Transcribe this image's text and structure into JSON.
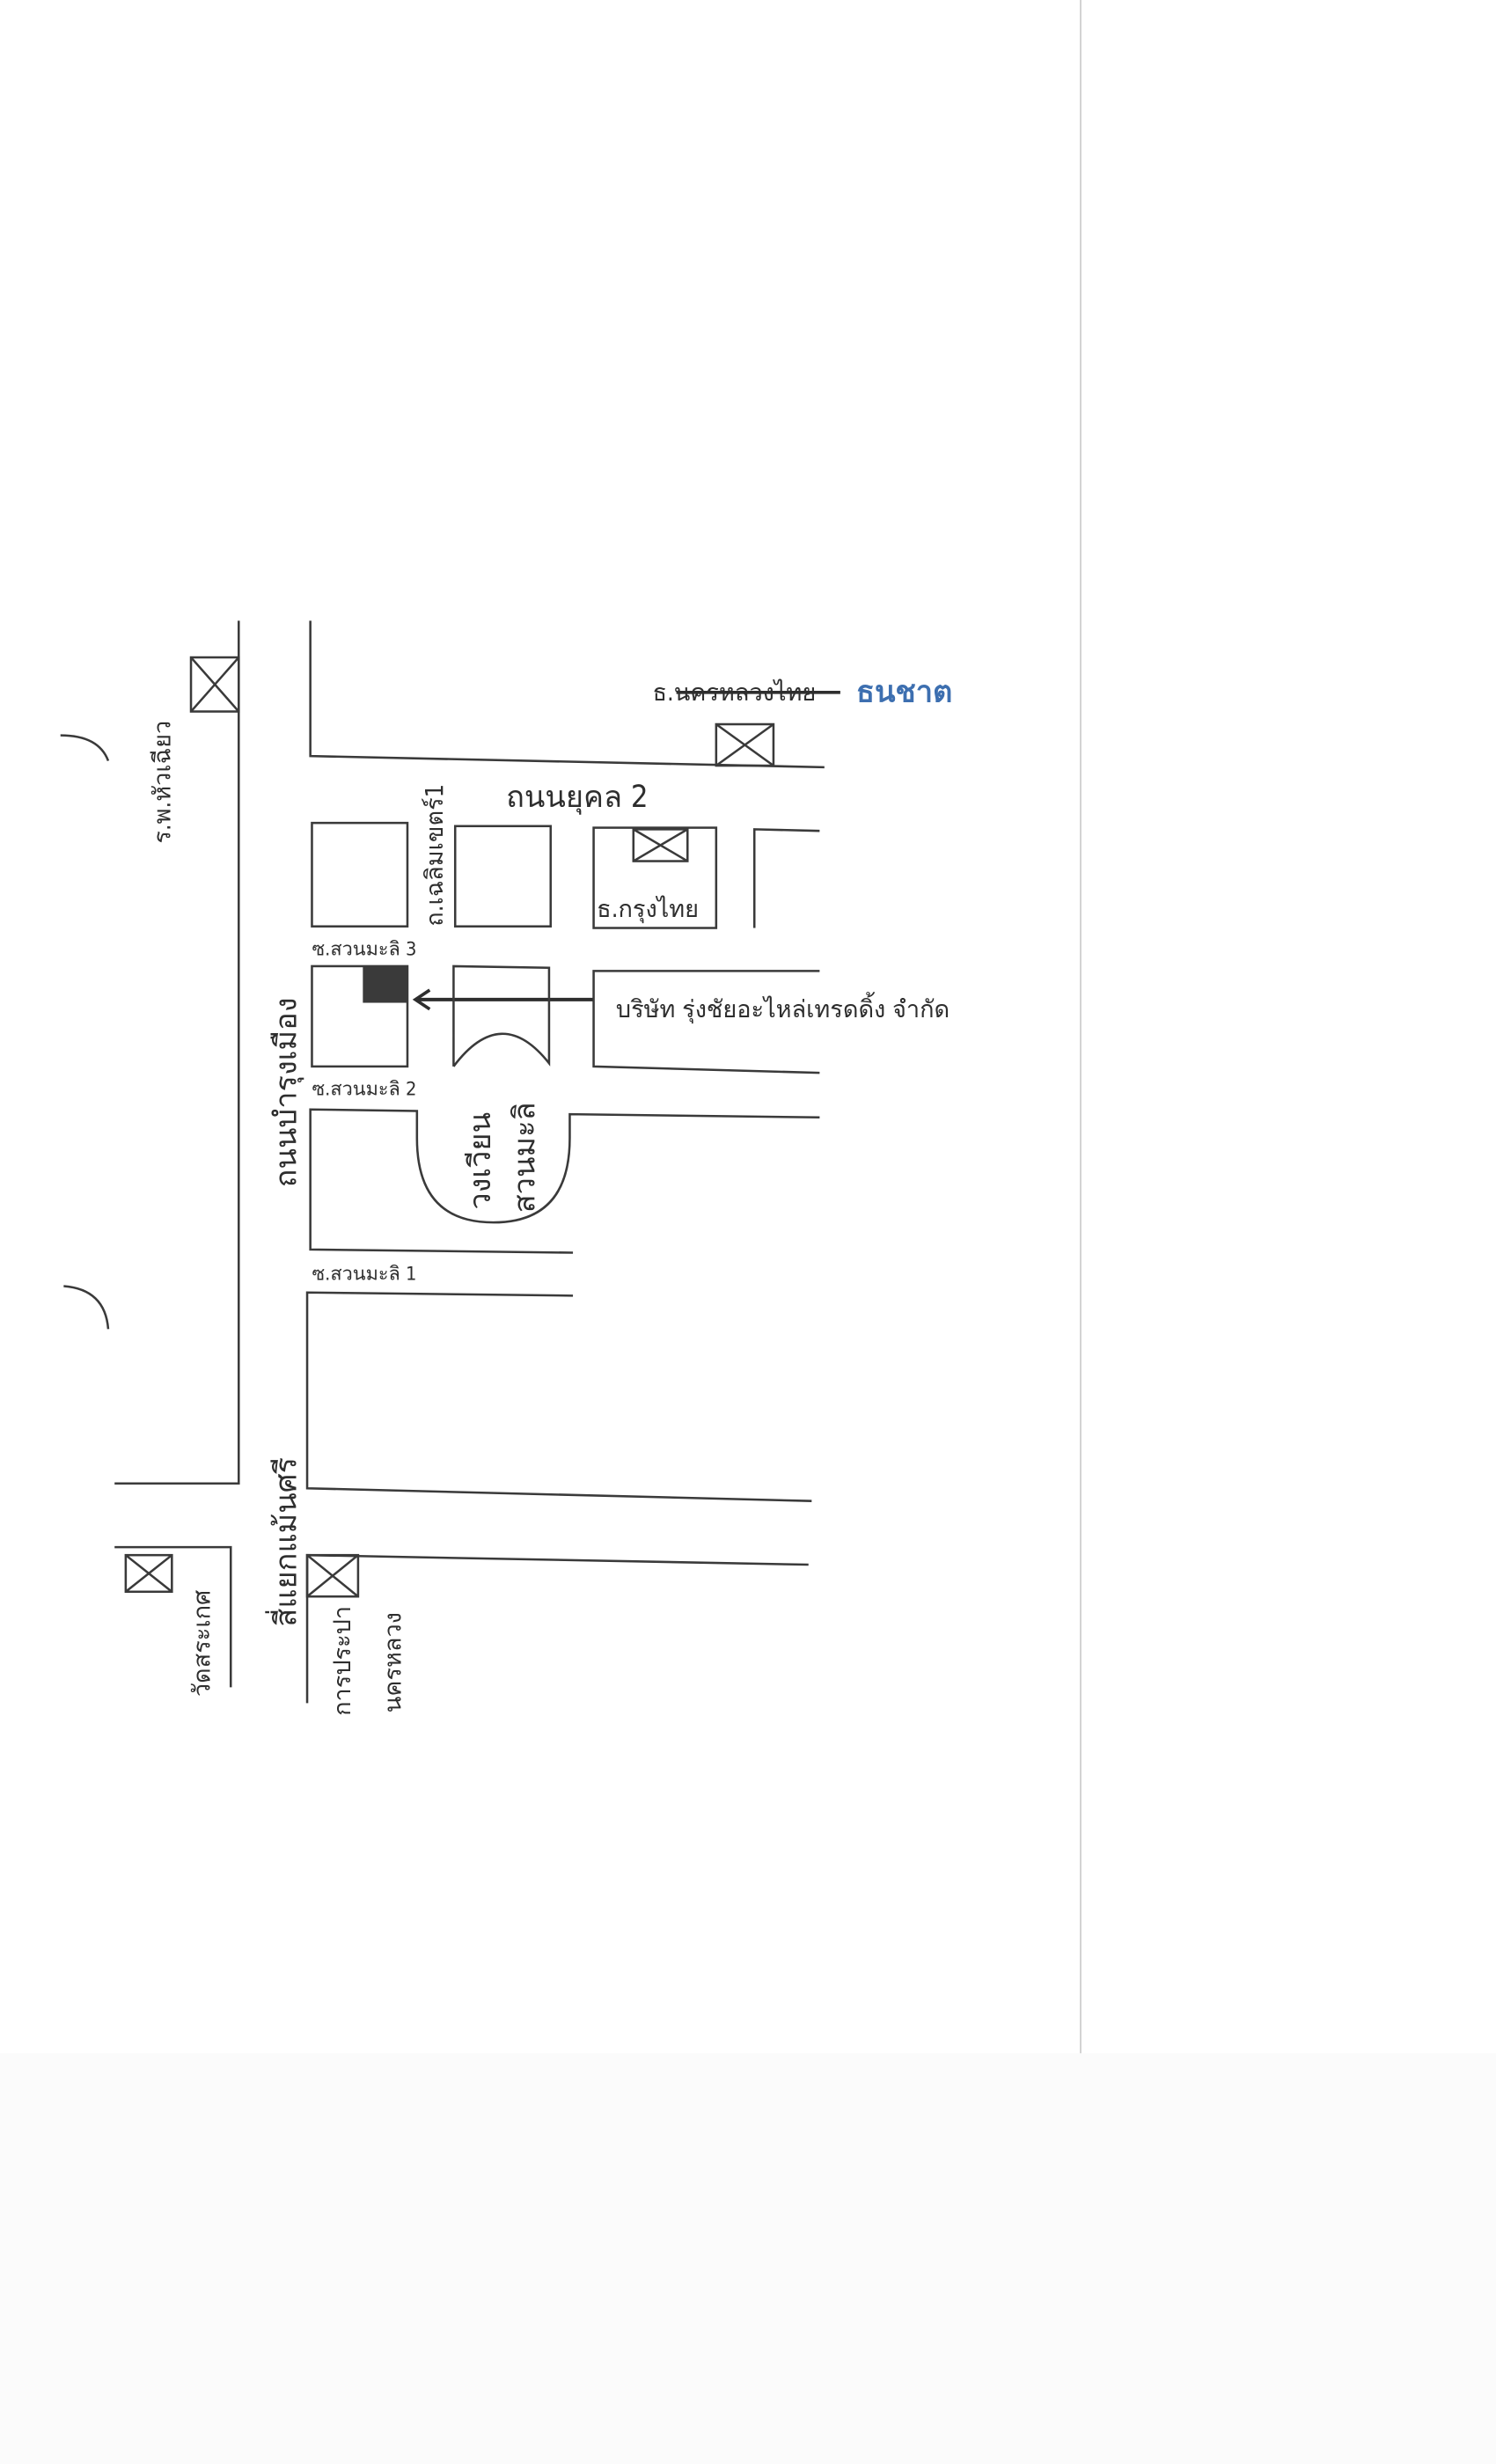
{
  "map": {
    "hospital": "ร.พ.หัวเฉียว",
    "bank_old": "ธ.นครหลวงไทย",
    "bank_new": "ธนชาต",
    "road_yukhon": "ถนนยุคล 2",
    "road_chaloem": "ถ.เฉลิมเขตร์1",
    "bank_krungthai": "ธ.กรุงไทย",
    "soi3": "ซ.สวนมะลิ 3",
    "soi2": "ซ.สวนมะลิ 2",
    "soi1": "ซ.สวนมะลิ 1",
    "company": "บริษัท รุ่งชัยอะไหล่เทรดดิ้ง จำกัด",
    "roundabout_line1": "วงเวียน",
    "roundabout_line2": "สวนมะลิ",
    "main_road": "ถนนบำรุงเมือง",
    "intersection": "สี่แยกแม้นศรี",
    "temple": "วัดสระเกศ",
    "waterworks_line1": "การประปา",
    "waterworks_line2": "นครหลวง",
    "colors": {
      "ink": "#3a3a3a",
      "handwriting": "#3d6fb0"
    }
  }
}
